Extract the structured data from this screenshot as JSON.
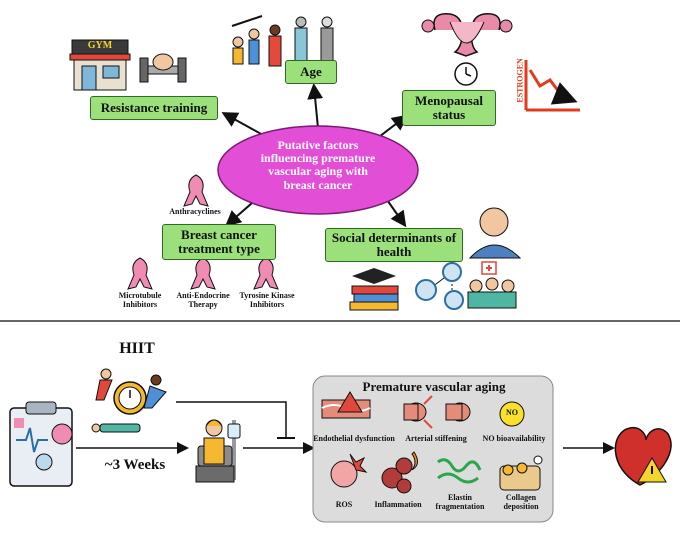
{
  "center": {
    "line1": "Putative factors",
    "line2": "influencing premature",
    "line3": "vascular aging with",
    "line4": "breast cancer"
  },
  "factors": {
    "resistance": "Resistance training",
    "age": "Age",
    "menopause_line1": "Menopausal",
    "menopause_line2": "status",
    "treatment_line1": "Breast cancer",
    "treatment_line2": "treatment type",
    "social_line1": "Social determinants of",
    "social_line2": "health"
  },
  "icons": {
    "gym_sign": "GYM",
    "estrogen": "ESTROGEN"
  },
  "treatments": {
    "anthracyclines": "Anthracyclines",
    "microtubule_line1": "Microtubule",
    "microtubule_line2": "Inhibitors",
    "antiendo_line1": "Anti-Endocrine",
    "antiendo_line2": "Therapy",
    "tki_line1": "Tyrosine Kinase",
    "tki_line2": "Inhibitors"
  },
  "bottom": {
    "hiit": "HIIT",
    "weeks": "~3 Weeks",
    "panel_title": "Premature vascular aging",
    "items": {
      "endothelial": "Endothelial dysfunction",
      "arterial": "Arterial stiffening",
      "no_bio": "NO bioavailability",
      "no_symbol": "NO",
      "ros": "ROS",
      "inflammation": "Inflammation",
      "elastin_line1": "Elastin",
      "elastin_line2": "fragmentation",
      "collagen_line1": "Collagen",
      "collagen_line2": "deposition"
    }
  }
}
